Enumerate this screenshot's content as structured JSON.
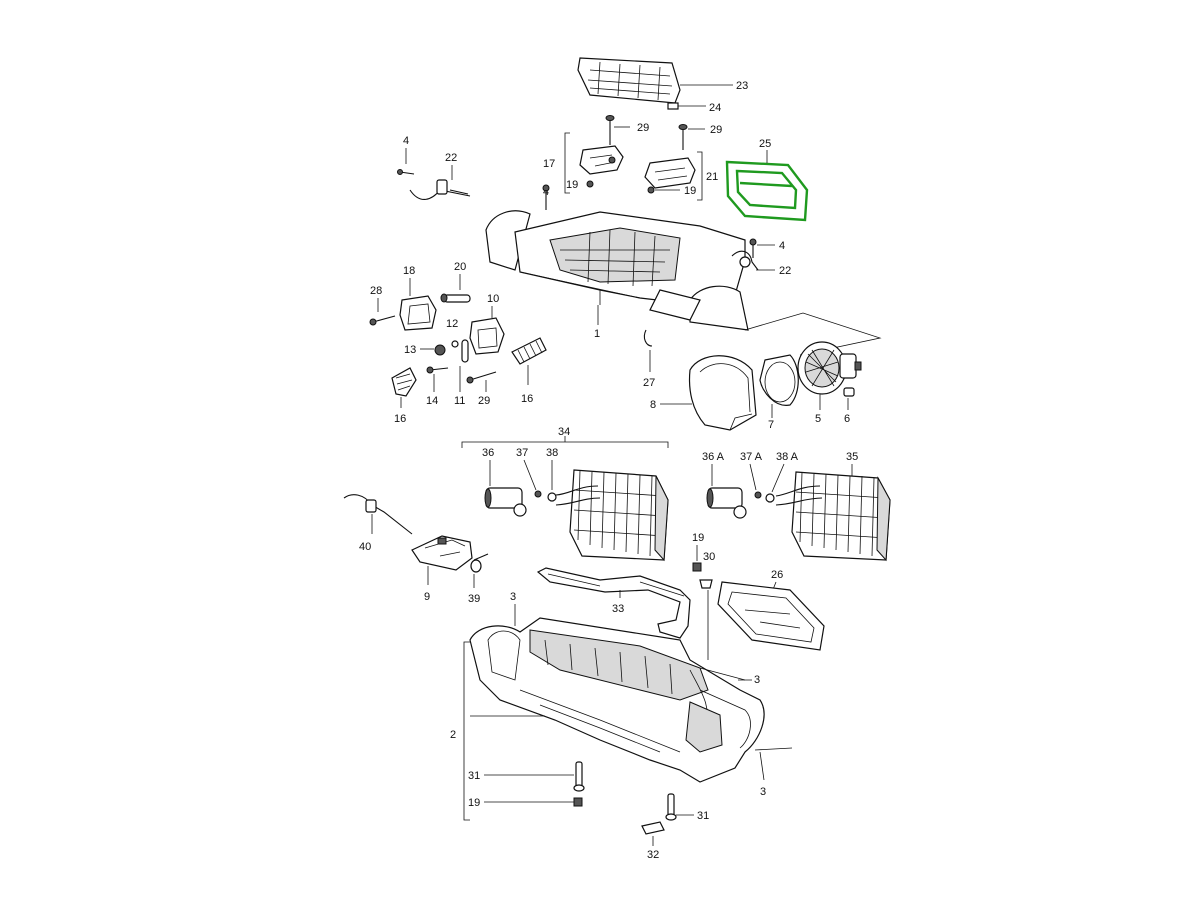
{
  "diagram": {
    "highlight_color": "#1f9a1f",
    "highlighted_part": "25",
    "callouts": {
      "c23": "23",
      "c24": "24",
      "c29a": "29",
      "c29b": "29",
      "c4a": "4",
      "c22a": "22",
      "c17": "17",
      "c19a": "19",
      "c4b": "4",
      "c21": "21",
      "c19b": "19",
      "c25": "25",
      "c4c": "4",
      "c22b": "22",
      "c18": "18",
      "c20": "20",
      "c28": "28",
      "c10": "10",
      "c12": "12",
      "c13": "13",
      "c1": "1",
      "c16a": "16",
      "c14": "14",
      "c11": "11",
      "c29c": "29",
      "c16b": "16",
      "c27": "27",
      "c8": "8",
      "c7": "7",
      "c5": "5",
      "c6": "6",
      "c34": "34",
      "c36": "36",
      "c37": "37",
      "c38": "38",
      "c36a": "36 A",
      "c37a": "37 A",
      "c38a": "38 A",
      "c35": "35",
      "c40": "40",
      "c9": "9",
      "c39": "39",
      "c19c": "19",
      "c30": "30",
      "c26": "26",
      "c33": "33",
      "c3a": "3",
      "c3b": "3",
      "c3c": "3",
      "c2": "2",
      "c31a": "31",
      "c19d": "19",
      "c31b": "31",
      "c32": "32"
    }
  }
}
